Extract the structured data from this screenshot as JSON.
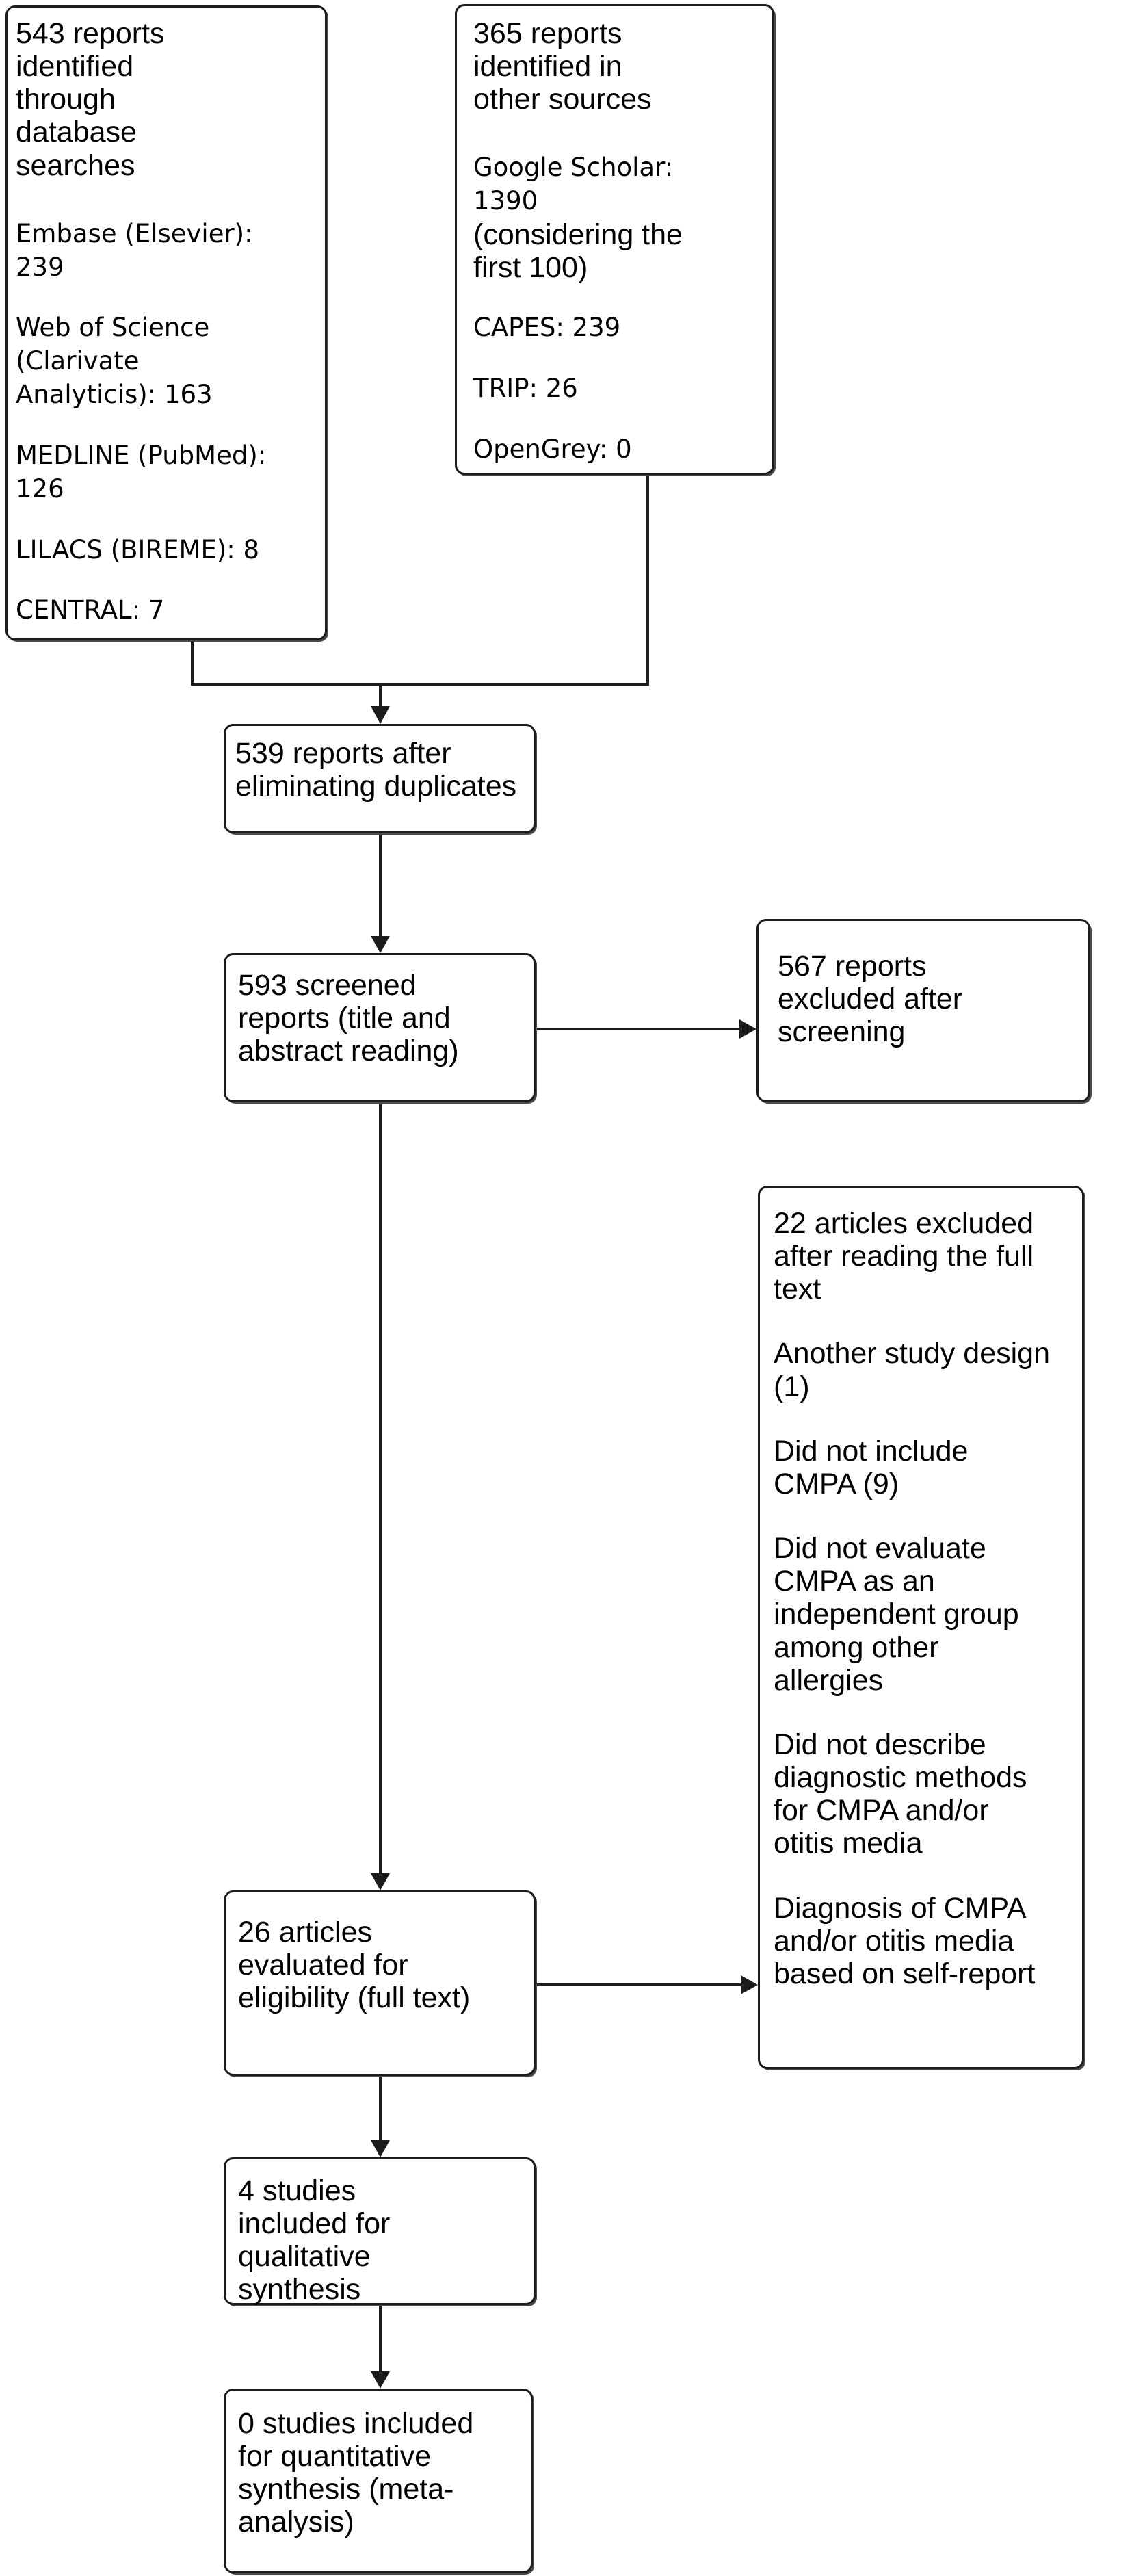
{
  "colors": {
    "background": "#ffffff",
    "box_background": "#ffffff",
    "box_border": "#1c1c1c",
    "connector_line": "#1c1c1c",
    "text": "#000000"
  },
  "flowchart": {
    "boxes": [
      {
        "name": "identified-database-searches",
        "heading": "543 reports identified through database searches",
        "items": [
          "Embase (Elsevier): 239",
          "Web of Science (Clarivate Analyticis): 163",
          "MEDLINE (PubMed): 126",
          "LILACS (BIREME): 8",
          "CENTRAL: 7"
        ]
      },
      {
        "name": "identified-other-sources",
        "heading": "365 reports identified in other sources",
        "items": [
          "Google Scholar: 1390",
          "CAPES: 239",
          "TRIP: 26",
          "OpenGrey: 0"
        ],
        "note": "(considering the first 100)"
      },
      {
        "name": "after-eliminating-duplicates",
        "heading": "539 reports after eliminating duplicates"
      },
      {
        "name": "screened-reports",
        "heading": "593 screened reports (title and abstract reading)"
      },
      {
        "name": "excluded-after-screening",
        "heading": "567 reports excluded after screening"
      },
      {
        "name": "excluded-after-full-text",
        "heading": "22 articles excluded after reading the full text",
        "items": [
          "Another study design (1)",
          "Did not include CMPA (9)",
          "Did not evaluate CMPA as an independent group among other allergies",
          "Did not describe diagnostic methods for CMPA and/or otitis media",
          "Diagnosis of CMPA and/or otitis media based on self-report"
        ]
      },
      {
        "name": "evaluated-for-eligibility",
        "heading": "26 articles evaluated for eligibility (full text)"
      },
      {
        "name": "qualitative-synthesis",
        "heading": "4 studies included for qualitative synthesis"
      },
      {
        "name": "quantitative-synthesis",
        "heading": "0 studies included for quantitative synthesis (meta-analysis)"
      }
    ]
  }
}
